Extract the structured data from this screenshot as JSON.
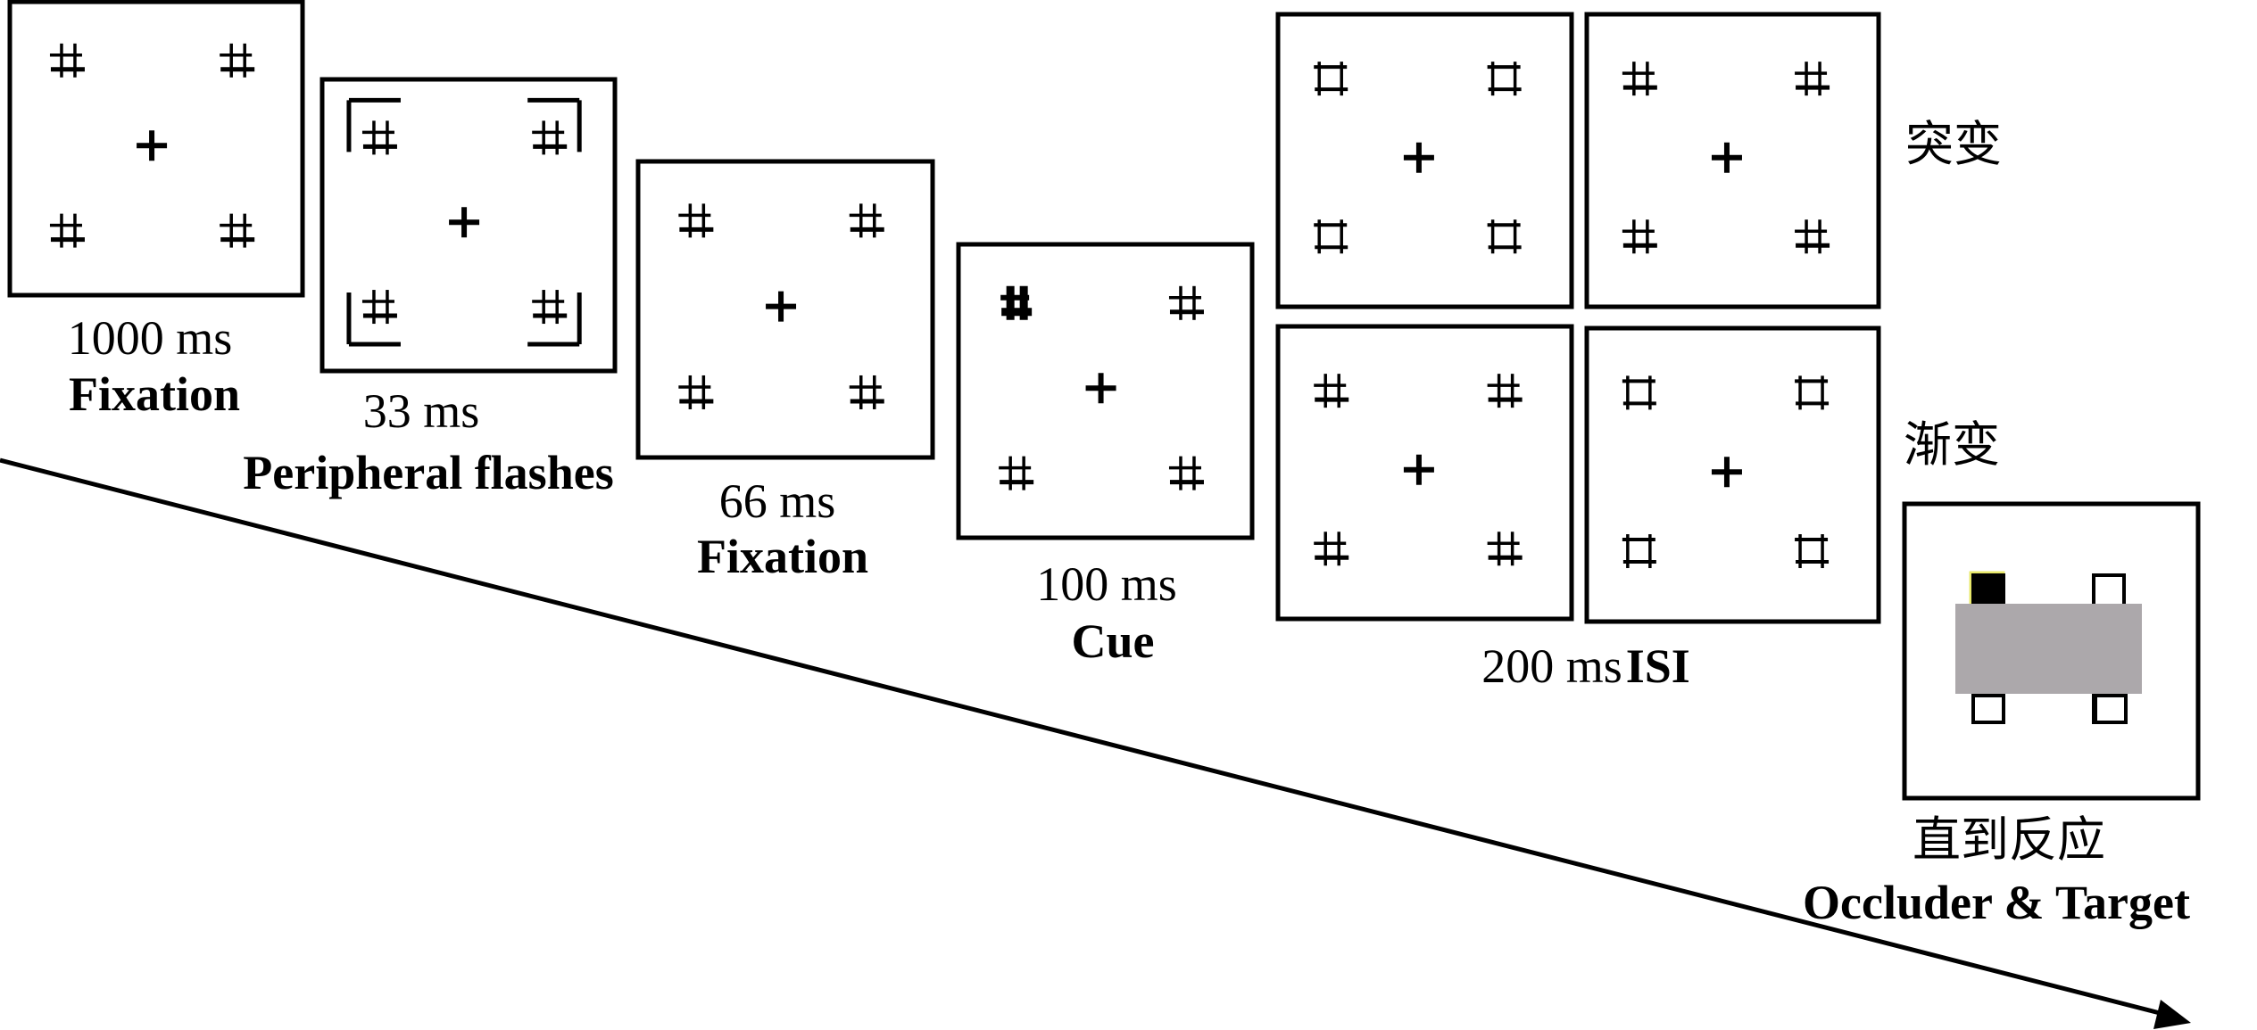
{
  "figure": {
    "title": "Trial sequence: fixation, peripheral flashes, fixation, cue, ISI, occluder & target",
    "colors": {
      "stroke": "#000000",
      "background": "#ffffff",
      "occluder": "#aca8ab",
      "target_fill": "#000000",
      "target_highlight": "#e8e86a"
    }
  },
  "frames": [
    {
      "id": "fixation-1",
      "duration": "1000 ms",
      "name": "Fixation",
      "placeholders": "hash",
      "brackets": false,
      "cue_location": null
    },
    {
      "id": "peripheral-flashes",
      "duration": "33 ms",
      "name": "Peripheral flashes",
      "placeholders": "hash",
      "brackets": true,
      "cue_location": null
    },
    {
      "id": "fixation-2",
      "duration": "66 ms",
      "name": "Fixation",
      "placeholders": "hash",
      "brackets": false,
      "cue_location": null
    },
    {
      "id": "cue",
      "duration": "100 ms",
      "name": "Cue",
      "placeholders": "hash",
      "brackets": false,
      "cue_location": "top-left"
    }
  ],
  "isi": {
    "label_duration": "200 ms",
    "label_name": "ISI",
    "conditions": [
      {
        "label": "突变",
        "panels": [
          "open-square",
          "hash"
        ]
      },
      {
        "label": "渐变",
        "panels": [
          "hash",
          "open-square"
        ]
      }
    ]
  },
  "target_frame": {
    "label_cn": "直到反应",
    "label_en": "Occluder & Target",
    "target_location": "top-left"
  },
  "timeline": {
    "icon": "arrow-right-icon"
  }
}
